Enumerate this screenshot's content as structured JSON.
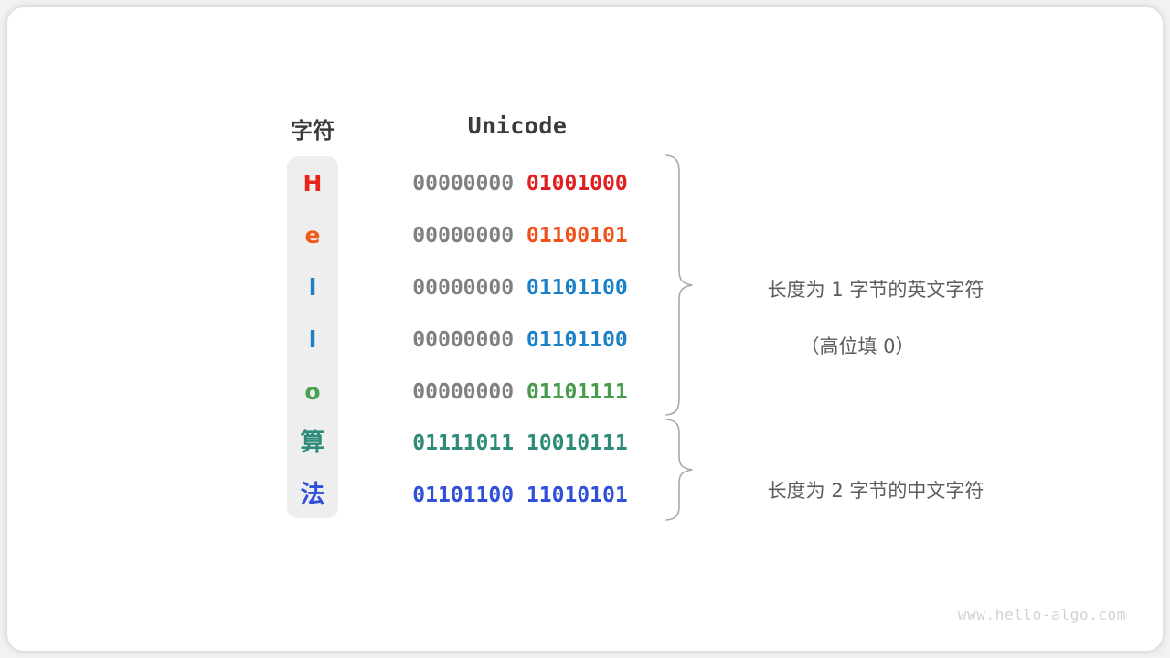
{
  "diagram": {
    "title_columns": {
      "character": "字符",
      "unicode": "Unicode"
    },
    "watermark": "www.hello-algo.com",
    "rows": [
      {
        "char": "H",
        "char_color": "#e8231c",
        "high_byte": "00000000",
        "low_byte": "01001000",
        "bits_color": "#e02020",
        "is_cjk": false
      },
      {
        "char": "e",
        "char_color": "#f05a1e",
        "high_byte": "00000000",
        "low_byte": "01100101",
        "bits_color": "#f0511a",
        "is_cjk": false
      },
      {
        "char": "l",
        "char_color": "#1a7fc4",
        "high_byte": "00000000",
        "low_byte": "01101100",
        "bits_color": "#1a81c8",
        "is_cjk": false
      },
      {
        "char": "l",
        "char_color": "#1a7fc4",
        "high_byte": "00000000",
        "low_byte": "01101100",
        "bits_color": "#1a81c8",
        "is_cjk": false
      },
      {
        "char": "o",
        "char_color": "#4ca053",
        "high_byte": "00000000",
        "low_byte": "01101111",
        "bits_color": "#469b4c",
        "is_cjk": false
      },
      {
        "char": "算",
        "char_color": "#2e8b7a",
        "high_byte": "01111011",
        "low_byte": "10010111",
        "bits_color": "#2e8b7a",
        "is_cjk": true
      },
      {
        "char": "法",
        "char_color": "#3050d8",
        "high_byte": "01101100",
        "low_byte": "11010101",
        "bits_color": "#3050d8",
        "is_cjk": true
      }
    ],
    "annotations": [
      {
        "main": "长度为 1 字节的英文字符",
        "sub": "（高位填 0）"
      },
      {
        "main": "长度为 2 字节的中文字符",
        "sub": ""
      }
    ],
    "colors": {
      "chip_background": "#eeeeee",
      "header_text": "#3b3b3b",
      "high_byte_gray": "#808080",
      "annotation_text": "#5d5d5d",
      "brace_stroke": "#a8a8a8",
      "watermark_text": "#d2d2d2"
    }
  }
}
